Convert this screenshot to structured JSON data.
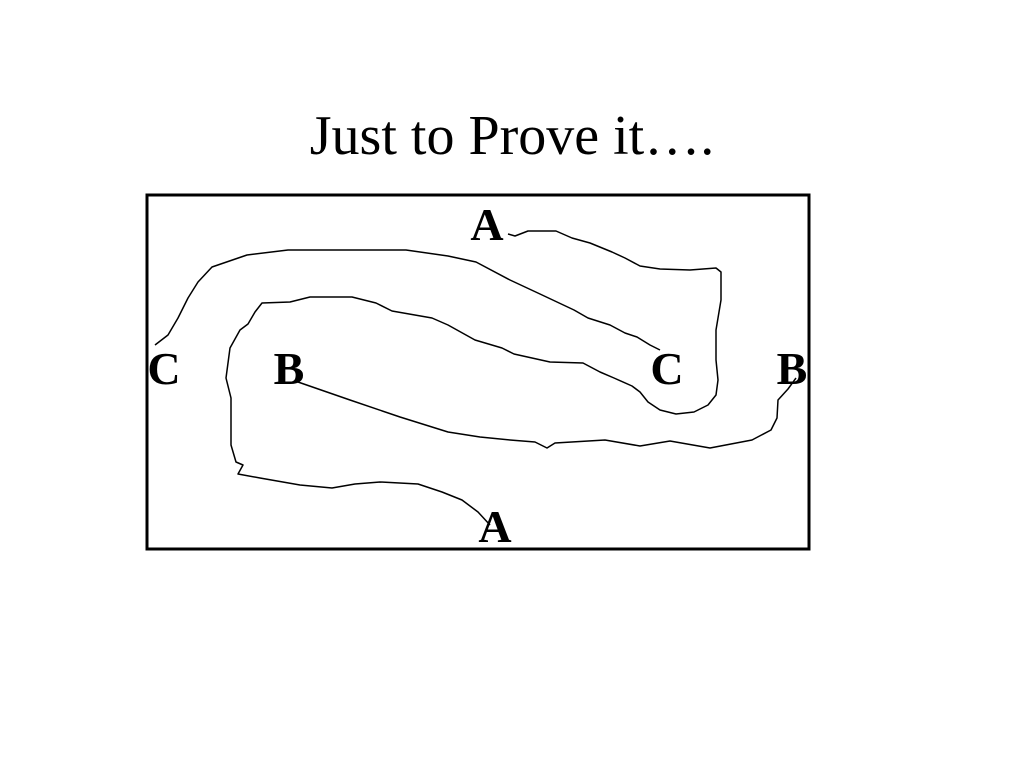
{
  "slide": {
    "title": "Just to Prove it…."
  },
  "diagram": {
    "stroke_color": "#000000",
    "labels": {
      "a_top": "A",
      "a_bottom": "A",
      "b_left": "B",
      "b_right": "B",
      "c_left": "C",
      "c_right": "C"
    }
  }
}
